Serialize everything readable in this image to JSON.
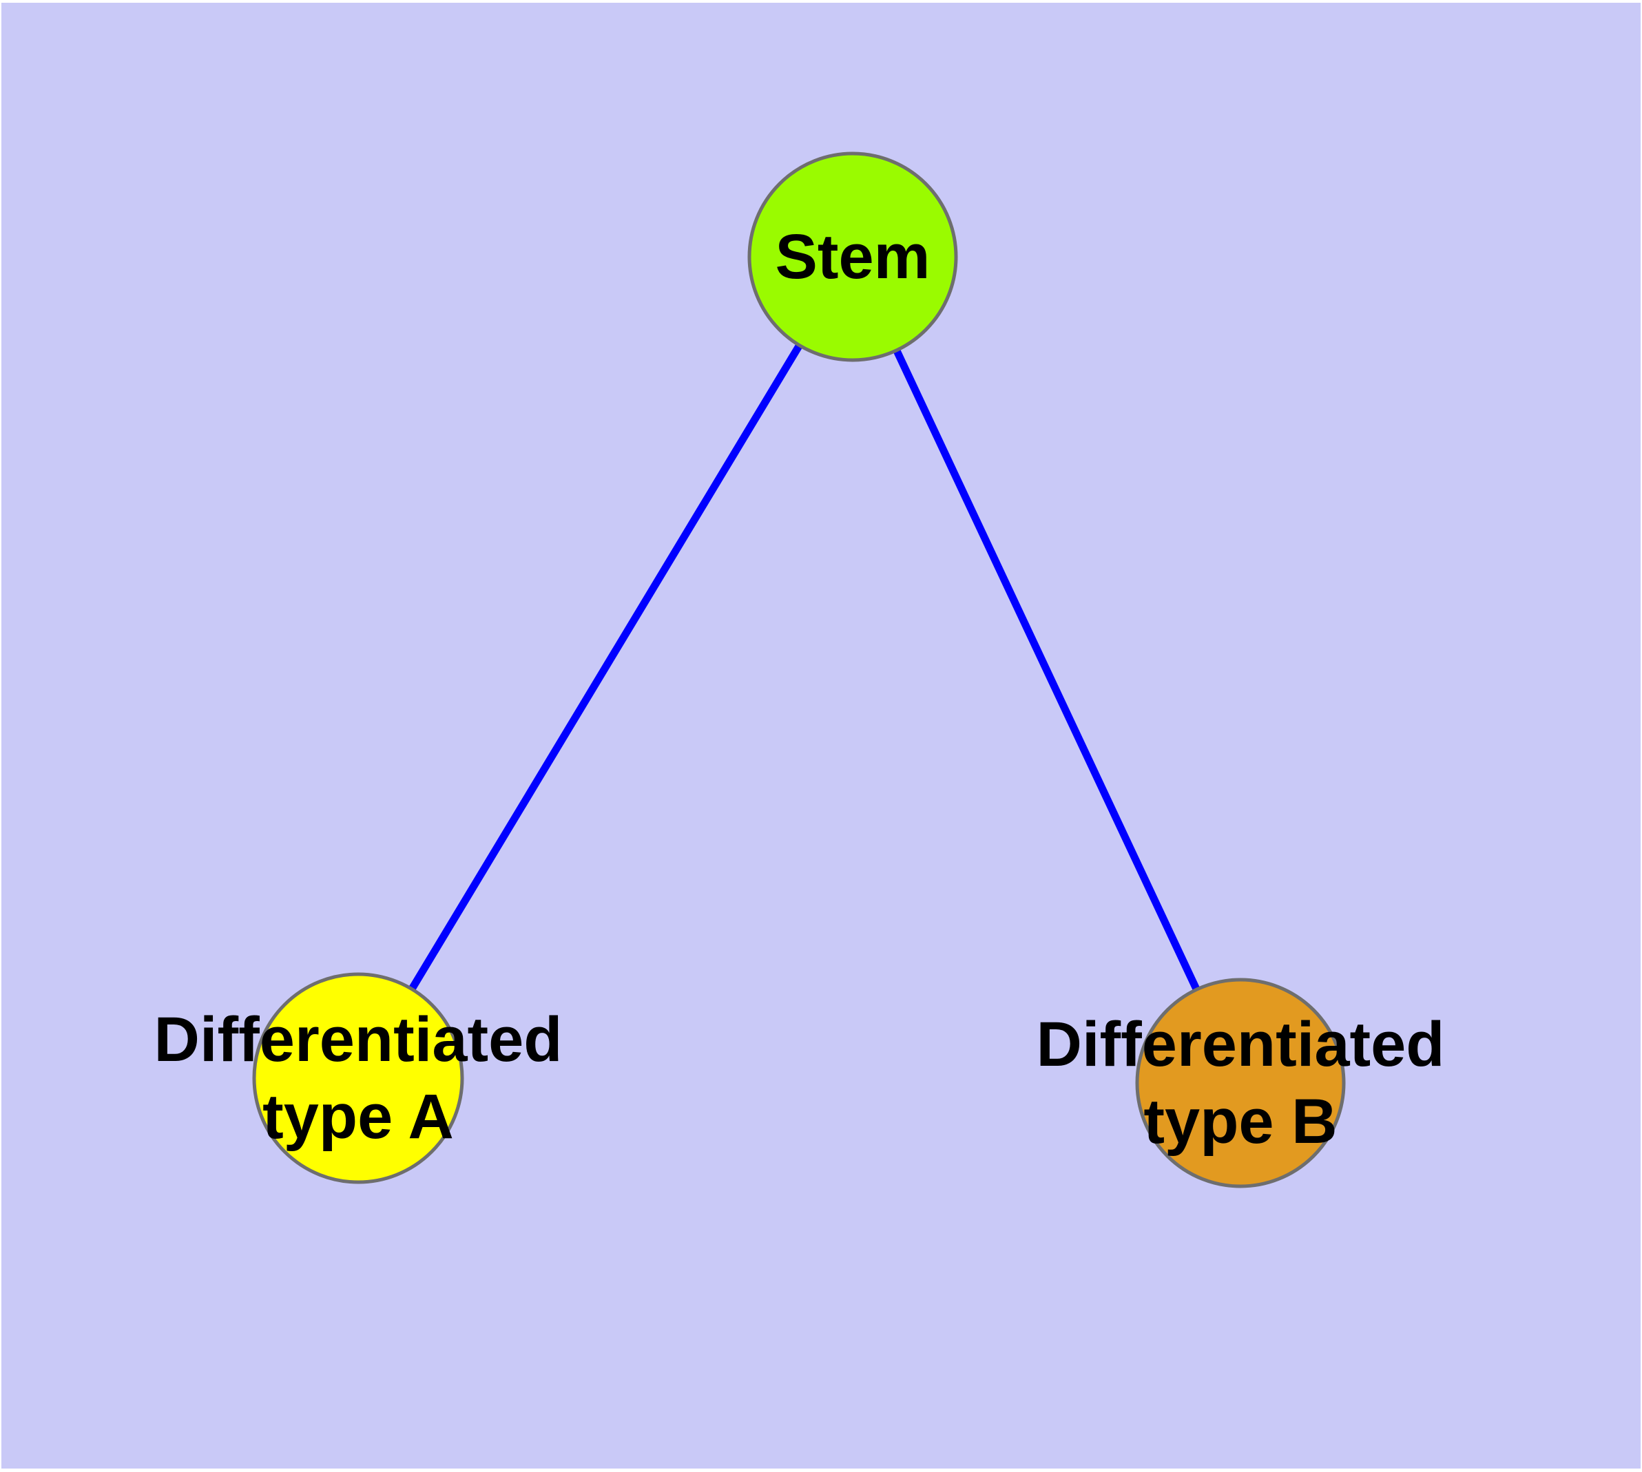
{
  "diagram": {
    "type": "node-link-graph",
    "background_color": "#c9c9f7",
    "margin_color": "#ffffff",
    "edge_color": "#0000ff",
    "node_border_color": "#6e6e6e",
    "label_color": "#000000",
    "nodes": [
      {
        "id": "stem",
        "label": "Stem",
        "color": "#9afb00"
      },
      {
        "id": "type-a",
        "label": "Differentiated\ntype A",
        "color": "#ffff00"
      },
      {
        "id": "type-b",
        "label": "Differentiated\ntype B",
        "color": "#e29a20"
      }
    ],
    "edges": [
      {
        "from": "Stem",
        "to": "Differentiated type A"
      },
      {
        "from": "Stem",
        "to": "Differentiated type B"
      }
    ]
  }
}
